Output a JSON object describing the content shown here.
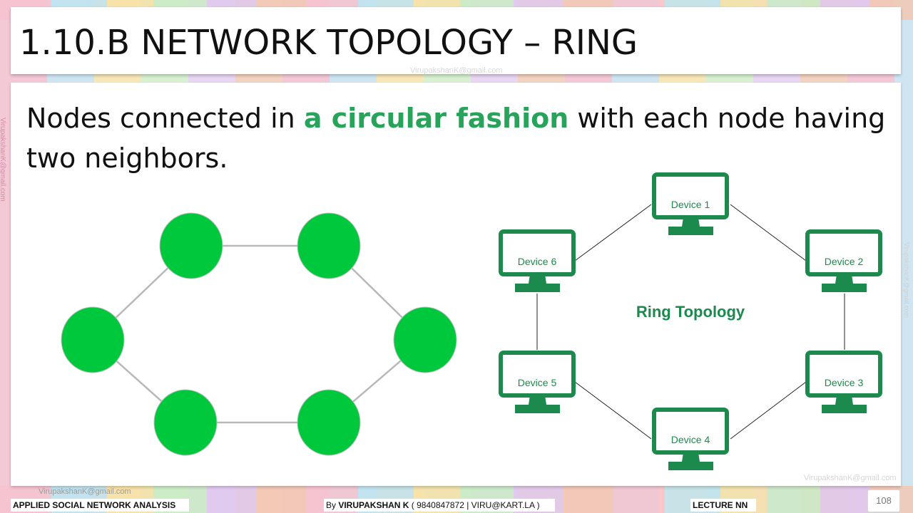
{
  "slide": {
    "title": "1.10.B NETWORK TOPOLOGY – RING",
    "body_prefix": "Nodes connected in ",
    "body_highlight": "a circular fashion",
    "body_suffix": " with each node having two neighbors.",
    "watermark": "VirupakshanK@gmail.com",
    "highlight_color": "#27a35a",
    "node_color": "#00c83c",
    "device_color": "#1b8a4c"
  },
  "diagram": {
    "topology_label": "Ring Topology",
    "devices": [
      {
        "label": "Device 1"
      },
      {
        "label": "Device 2"
      },
      {
        "label": "Device 3"
      },
      {
        "label": "Device 4"
      },
      {
        "label": "Device 5"
      },
      {
        "label": "Device 6"
      }
    ]
  },
  "footer": {
    "course": "APPLIED SOCIAL NETWORK ANALYSIS",
    "by_prefix": "By ",
    "author": "VIRUPAKSHAN K",
    "contact": " ( 9840847872 | VIRU@KART.LA )",
    "lecture": "LECTURE NN",
    "page_number": "108"
  }
}
